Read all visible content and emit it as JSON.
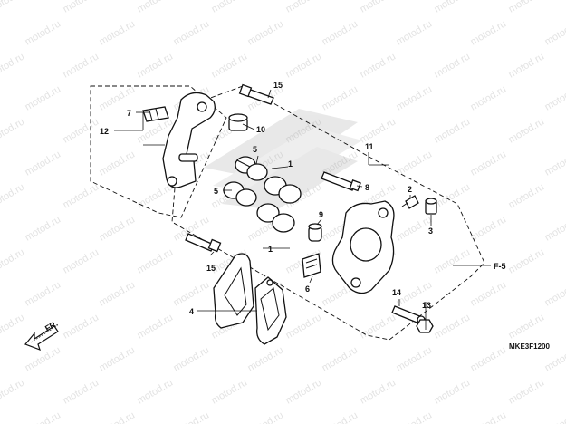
{
  "watermark": "motod.ru",
  "diagram_code": "MKE3F1200",
  "direction": {
    "label": "FR."
  },
  "reference": {
    "label": "F-5"
  },
  "callouts": {
    "c1a": "1",
    "c1b": "1",
    "c2": "2",
    "c3": "3",
    "c4": "4",
    "c5a": "5",
    "c5b": "5",
    "c6": "6",
    "c7": "7",
    "c8": "8",
    "c9": "9",
    "c10": "10",
    "c11": "11",
    "c12": "12",
    "c13": "13",
    "c14": "14",
    "c15a": "15",
    "c15b": "15"
  }
}
